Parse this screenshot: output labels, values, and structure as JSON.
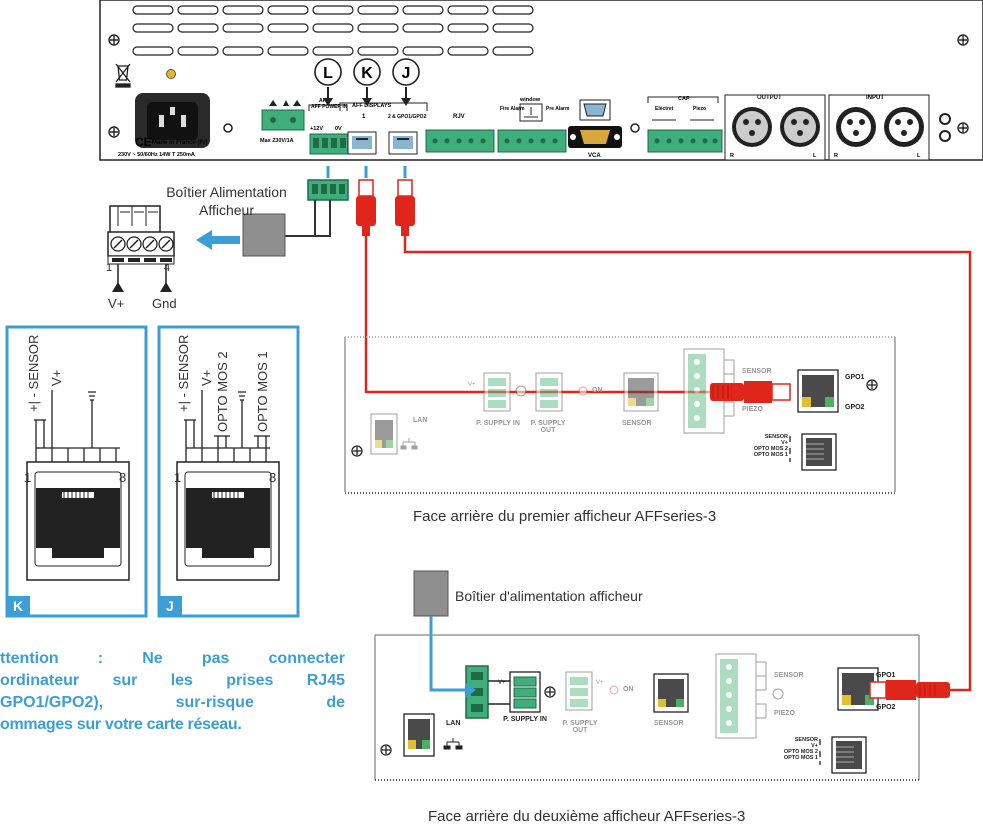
{
  "amplifier": {
    "badges": [
      "L",
      "K",
      "J"
    ],
    "plug_text": "Made in France (Fr)",
    "rating_text": "230V ~ 50/60Hz 14W T 250mA",
    "relay_text": "Max 230V/1A",
    "aff_power_label": "AFF POWER IN",
    "aff_power_pins": [
      "+12V",
      "0V"
    ],
    "aff_displays_label": "AFF DISPLAYS",
    "aff_display_ports": [
      "1",
      "2 & GPO1/GPO2"
    ],
    "rjv_label": "RJV",
    "window_label": "window",
    "fire_alarm_label": "Fire Alarm",
    "pre_alarm_label": "Pre Alarm",
    "vca_label": "VCA",
    "cap_label": "CAP",
    "electret_label": "Electret",
    "piezo_label": "Piezo",
    "output_label": "OUTPUT",
    "input_label": "INPUT",
    "channel_labels": [
      "R",
      "L",
      "R",
      "L"
    ]
  },
  "power_box_top": {
    "label_line1": "Boîtier Alimentation",
    "label_line2": "Afficheur"
  },
  "terminal": {
    "pin_first": "1",
    "pin_last": "4",
    "v_plus": "V+",
    "gnd": "Gnd"
  },
  "jack_k": {
    "letter": "K",
    "labels": [
      "SENSOR",
      "V+"
    ],
    "pin_first": "1",
    "pin_last": "8"
  },
  "jack_j": {
    "letter": "J",
    "labels": [
      "SENSOR",
      "V+",
      "OPTO MOS 2",
      "OPTO MOS 1"
    ],
    "pin_first": "1",
    "pin_last": "8"
  },
  "display_panel": {
    "lan": "LAN",
    "supply_in": "P. SUPPLY IN",
    "supply_out": "P. SUPPLY OUT",
    "on": "ON",
    "sensor": "SENSOR",
    "piezo": "PIEZO",
    "gpo1": "GPO1",
    "gpo2": "GPO2",
    "v_plus": "V+",
    "sensor_legend": [
      "SENSOR",
      "V+",
      "OPTO MOS 2",
      "OPTO MOS 1"
    ]
  },
  "caption_first": "Face arrière du premier afficheur AFFseries-3",
  "power_box_bottom": {
    "label": "Boîtier d'alimentation afficheur"
  },
  "caption_second": "Face arrière du deuxième afficheur AFFseries-3",
  "warning": {
    "line1": "ttention : Ne pas connecter",
    "line2": "ordinateur sur les prises RJ45",
    "line3": "GPO1/GPO2), sur-risque de",
    "line4": "ommages sur votre carte réseau."
  },
  "colors": {
    "accent_blue": "#3b9fd6",
    "cable_red": "#e0251b",
    "terminal_green": "#3fae7a"
  }
}
